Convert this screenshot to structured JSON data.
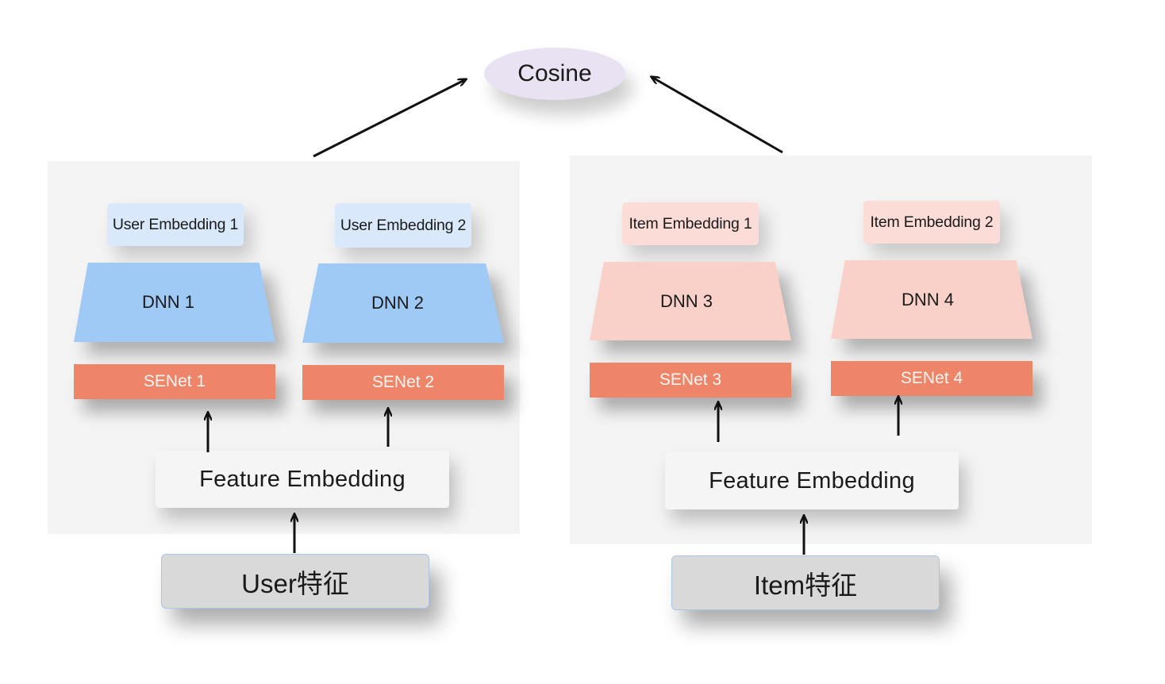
{
  "cosine": {
    "label": "Cosine"
  },
  "user_tower": {
    "embeddings": [
      "User Embedding 1",
      "User Embedding 2"
    ],
    "dnns": [
      "DNN 1",
      "DNN 2"
    ],
    "senets": [
      "SENet 1",
      "SENet 2"
    ],
    "feature_embedding": "Feature Embedding",
    "input_label": "User特征"
  },
  "item_tower": {
    "embeddings": [
      "Item Embedding 1",
      "Item Embedding 2"
    ],
    "dnns": [
      "DNN 3",
      "DNN 4"
    ],
    "senets": [
      "SENet 3",
      "SENet 4"
    ],
    "feature_embedding": "Feature Embedding",
    "input_label": "Item特征"
  },
  "colors": {
    "user_embedding_bg": "#d9e9fb",
    "item_embedding_bg": "#fbdcd6",
    "user_dnn": "#9fcaf6",
    "item_dnn": "#fad1c8",
    "senet": "#ee8468",
    "cosine_bg": "#e8e2f3",
    "panel_bg": "#f4f4f4",
    "input_bg": "#d9d9d9"
  }
}
